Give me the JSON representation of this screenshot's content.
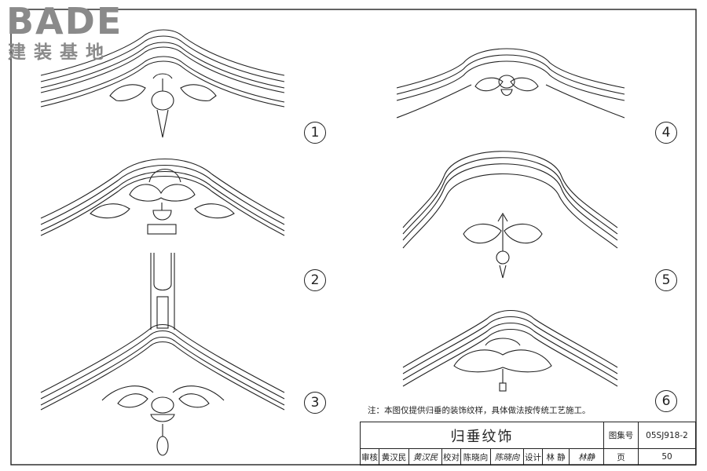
{
  "logo": {
    "main": "BADE",
    "sub": "建装基地"
  },
  "figure_labels": [
    "1",
    "2",
    "3",
    "4",
    "5",
    "6"
  ],
  "note": "注：本图仅提供归垂的装饰纹样，具体做法按传统工艺施工。",
  "title_block": {
    "title": "归垂纹饰",
    "atlas_label": "图集号",
    "atlas_value": "05SJ918-2",
    "review_label": "审核",
    "review_name": "黄汉民",
    "review_sig": "黄汉民",
    "check_label": "校对",
    "check_name": "陈晓向",
    "check_sig": "陈晓向",
    "design_label": "设计",
    "design_name": "林 静",
    "design_sig": "林静",
    "page_label": "页",
    "page_value": "50"
  },
  "colors": {
    "line": "#222222",
    "logo": "#8a8a8a"
  }
}
